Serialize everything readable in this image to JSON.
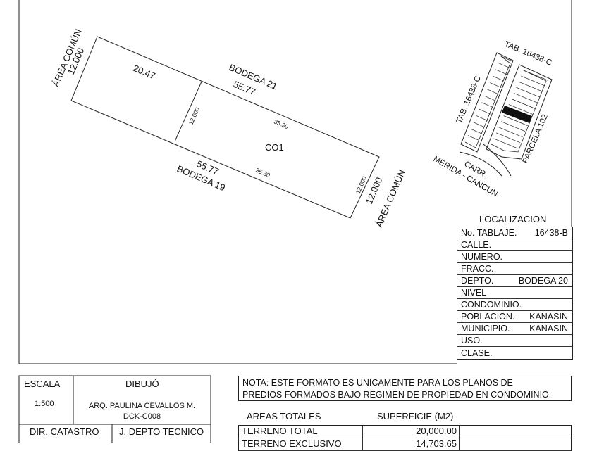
{
  "plan": {
    "lot": {
      "bodega_top": "BODEGA 21",
      "bodega_bottom": "BODEGA 19",
      "area_comun_left": "ÁREA COMÚN",
      "area_comun_right": "ÁREA COMÚN",
      "dim_left": "12.000",
      "dim_right": "12.000",
      "dim_top_left": "20.47",
      "dim_top": "55.77",
      "dim_bottom": "55.77",
      "dim_inner_top": "35.30",
      "dim_inner_bottom": "35.30",
      "dim_inner_left": "12.000",
      "dim_inner_right": "12.000",
      "unit_label": "CO1"
    },
    "location_sketch": {
      "tab_top": "TAB. 16438-C",
      "tab_left": "TAB. 16438-C",
      "parcela": "PARCELA 102",
      "carr_line1": "CARR.",
      "carr_line2": "MERIDA - CANCUN"
    }
  },
  "localizacion": {
    "title": "LOCALIZACION",
    "rows": [
      {
        "label": "No. TABLAJE.",
        "value": "16438-B"
      },
      {
        "label": "CALLE.",
        "value": ""
      },
      {
        "label": "NUMERO.",
        "value": ""
      },
      {
        "label": "FRACC.",
        "value": ""
      },
      {
        "label": "DEPTO.",
        "value": "BODEGA 20"
      },
      {
        "label": "NIVEL",
        "value": ""
      },
      {
        "label": "CONDOMINIO.",
        "value": ""
      },
      {
        "label": "POBLACION.",
        "value": "KANASIN"
      },
      {
        "label": "MUNICIPIO.",
        "value": "KANASIN"
      },
      {
        "label": "USO.",
        "value": ""
      },
      {
        "label": "CLASE.",
        "value": ""
      }
    ]
  },
  "title_block": {
    "escala_label": "ESCALA",
    "escala_value": "1:500",
    "dibujo_label": "DIBUJÓ",
    "dibujo_name": "ARQ. PAULINA CEVALLOS M.",
    "dibujo_code": "DCK-C008",
    "dir_catastro": "DIR. CATASTRO",
    "depto_tecnico": "J. DEPTO TECNICO"
  },
  "nota": {
    "line1": "NOTA: ESTE FORMATO ES UNICAMENTE PARA LOS PLANOS DE",
    "line2": "PREDIOS FORMADOS BAJO REGIMEN DE PROPIEDAD EN CONDOMINIO."
  },
  "areas": {
    "col_label": "AREAS TOTALES",
    "col_value": "SUPERFICIE (M2)",
    "rows": [
      {
        "label": "TERRENO TOTAL",
        "value": "20,000.00"
      },
      {
        "label": "TERRENO EXCLUSIVO",
        "value": "14,703.65"
      }
    ]
  }
}
